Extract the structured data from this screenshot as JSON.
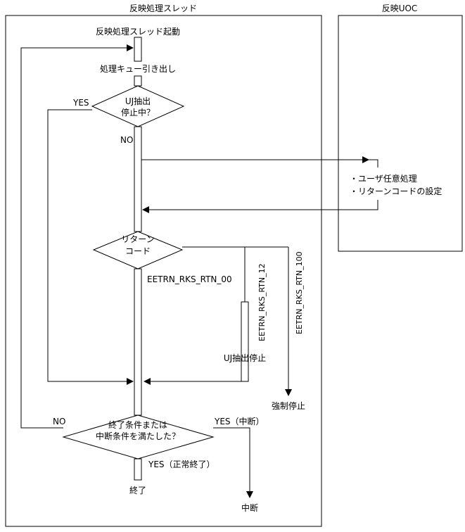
{
  "lanes": {
    "left_title": "反映処理スレッド",
    "right_title": "反映UOC"
  },
  "steps": {
    "start": "反映処理スレッド起動",
    "dequeue": "処理キュー引き出し",
    "check_stop_line1": "UJ抽出",
    "check_stop_line2": "停止中？",
    "return_code_line1": "リターン",
    "return_code_line2": "コード",
    "stop_uj": "UJ抽出停止",
    "forced_stop": "強制停止",
    "end_check_line1": "終了条件または",
    "end_check_line2": "中断条件を満たした？",
    "end": "終了",
    "abort": "中断"
  },
  "uoc": {
    "item1": "・ユーザ任意処理",
    "item2": "・リターンコードの設定"
  },
  "branch_labels": {
    "yes": "YES",
    "no": "NO",
    "rtn_00": "EETRN_RKS_RTN_00",
    "rtn_12": "EETRN_RKS_RTN_12",
    "rtn_100": "EETRN_RKS_RTN_100",
    "end_no": "NO",
    "yes_abort": "YES（中断）",
    "yes_normal": "YES（正常終了）"
  }
}
